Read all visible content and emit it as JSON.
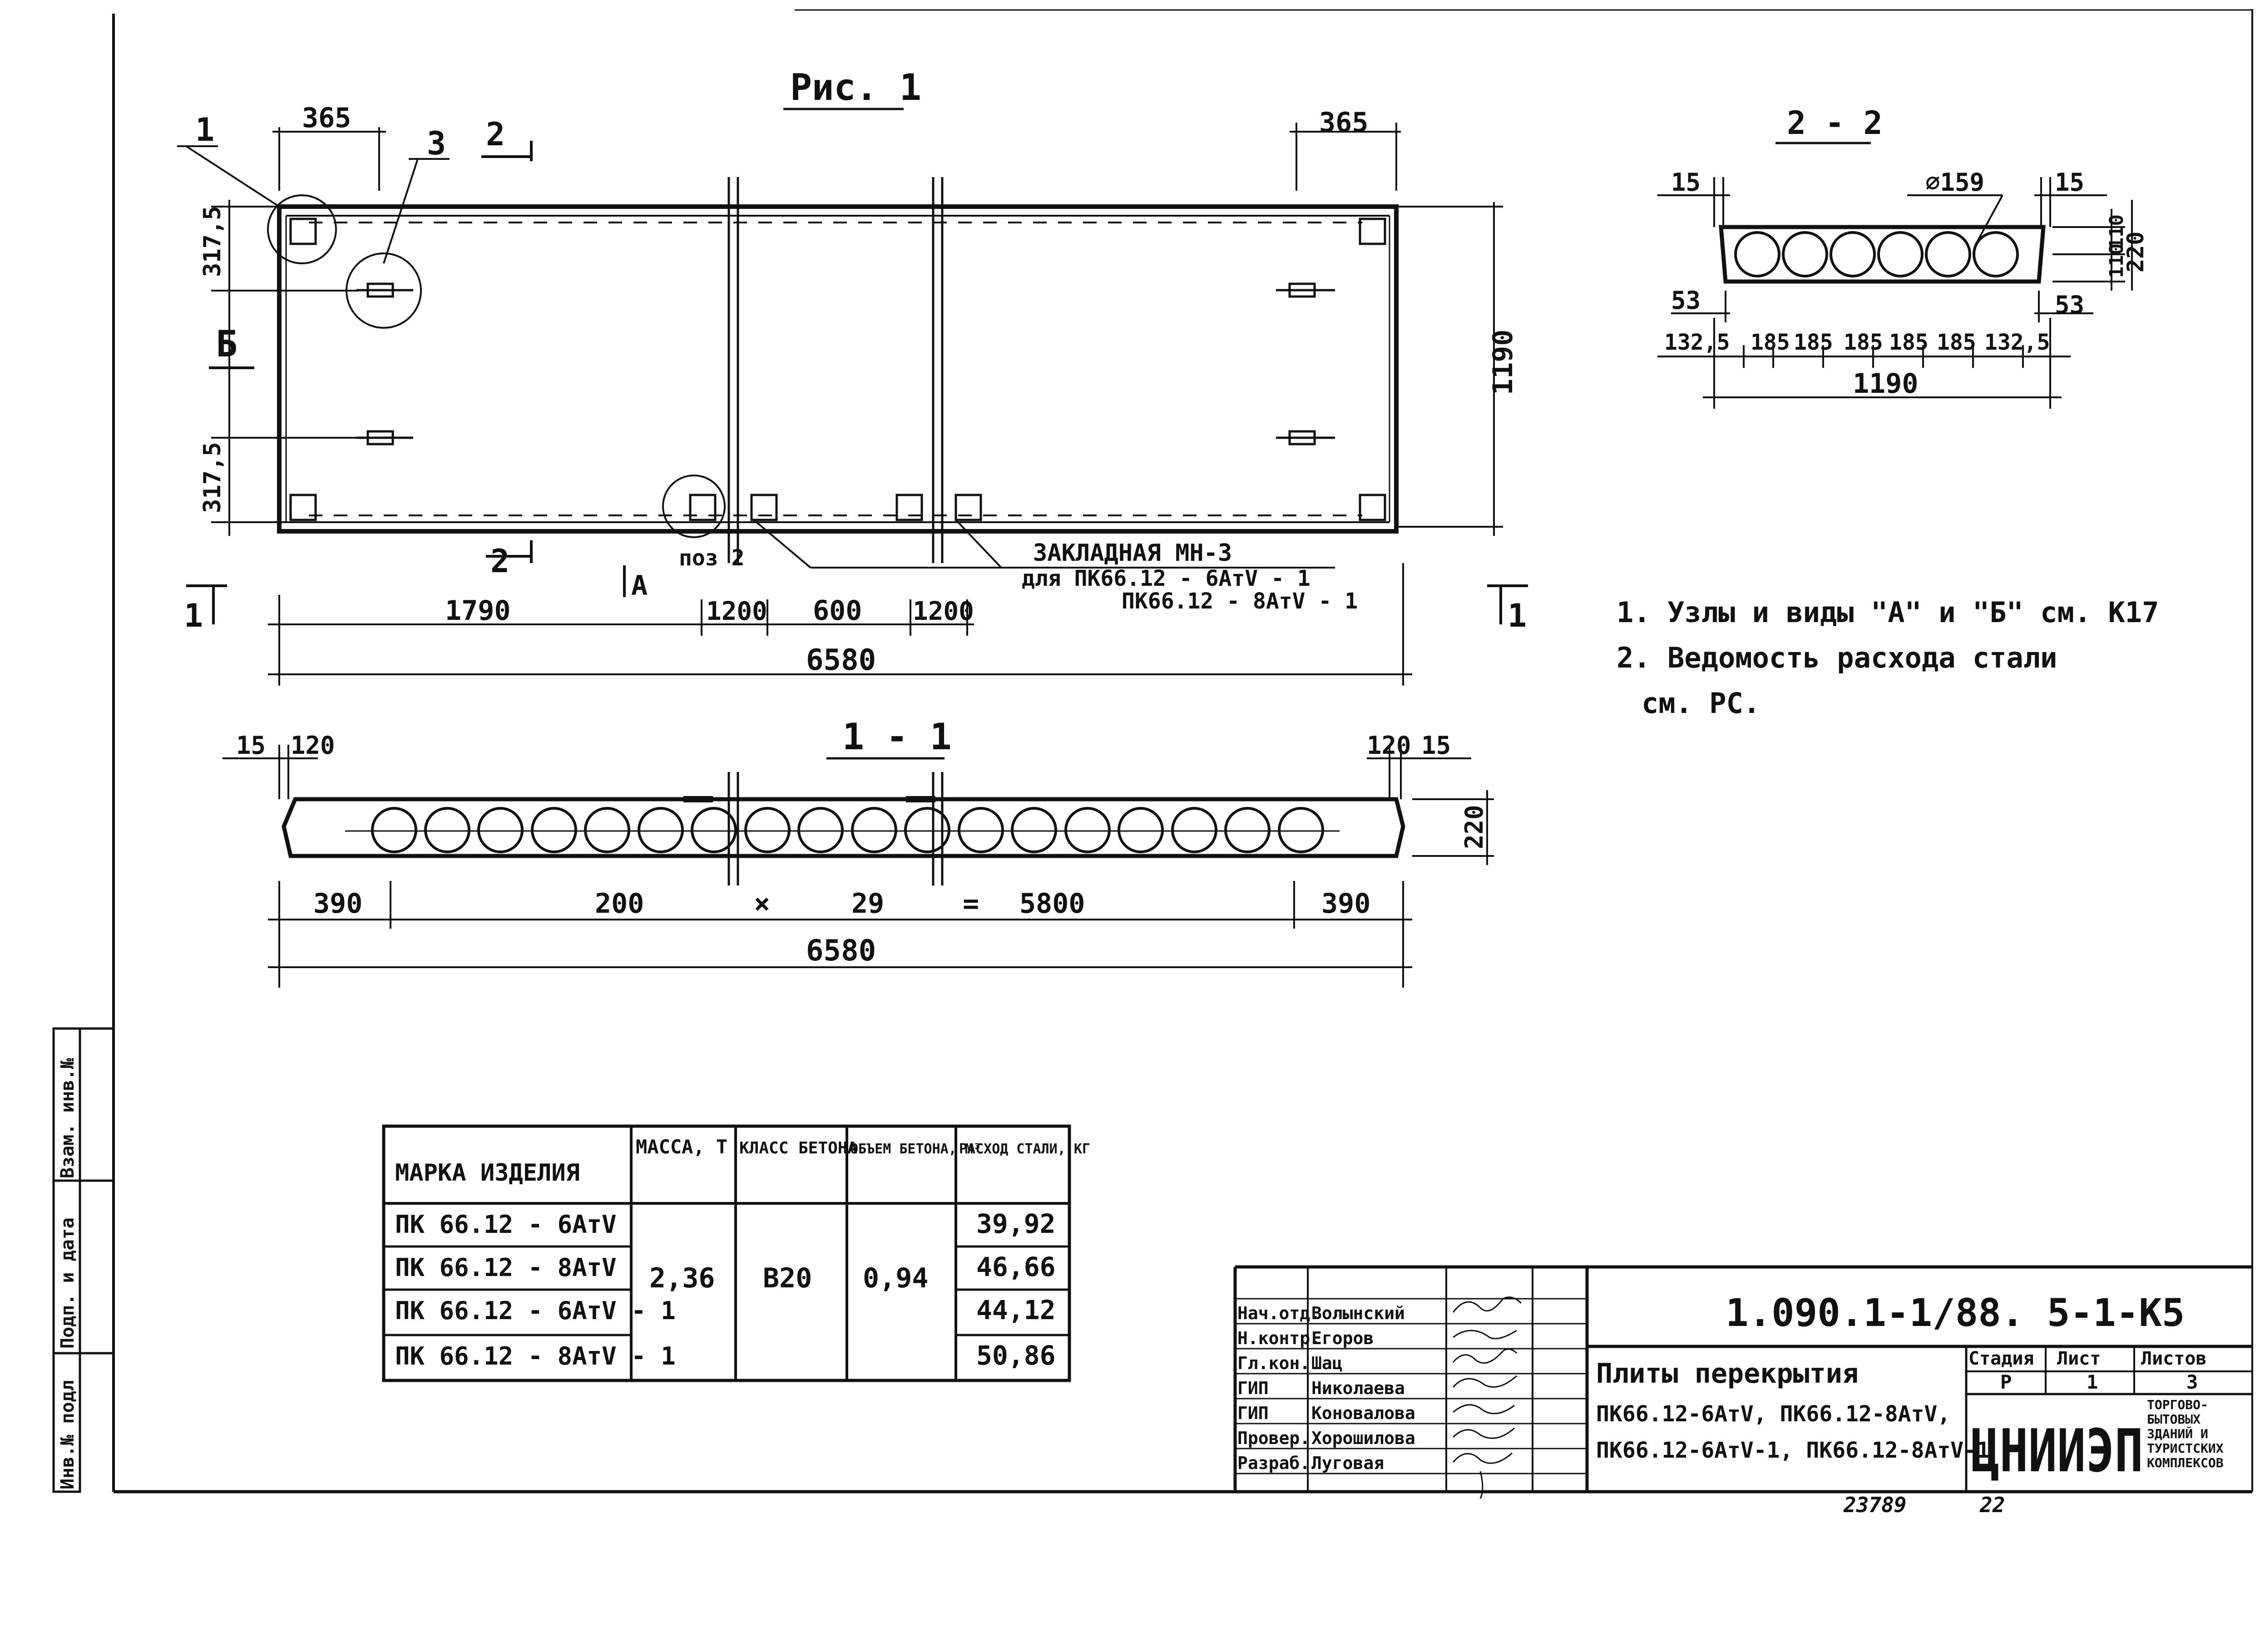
{
  "figure": {
    "title": "Рис. 1",
    "marker_1": "1",
    "marker_2": "2",
    "marker_3": "3",
    "marker_B": "Б",
    "marker_A": "А",
    "pos2": "поз 2",
    "embed_line1": "ЗАКЛАДНАЯ  МН-3",
    "embed_line2": "для  ПК66.12 - 6АтV - 1",
    "embed_line3": "ПК66.12 - 8АтV - 1",
    "dims": {
      "top_left": "365",
      "top_right": "365",
      "left_top": "317,5",
      "left_bottom": "317,5",
      "height": "1190",
      "seg1": "1790",
      "seg2": "1200",
      "seg3": "600",
      "seg4": "1200",
      "total": "6580"
    }
  },
  "section_11": {
    "title": "1 - 1",
    "left_small_1": "15",
    "left_small_2": "120",
    "right_small_1": "120",
    "right_small_2": "15",
    "height": "220",
    "d_left": "390",
    "d_pitch": "200",
    "d_x": "×",
    "d_count": "29",
    "d_eq": "=",
    "d_total_mid": "5800",
    "d_right": "390",
    "total": "6580"
  },
  "section_22": {
    "title": "2 - 2",
    "left_top": "15",
    "right_top": "15",
    "diameter": "⌀159",
    "left_53": "53",
    "right_53": "53",
    "d_1325_l": "132,5",
    "d_185_1": "185",
    "d_185_2": "185",
    "d_185_3": "185",
    "d_185_4": "185",
    "d_185_5": "185",
    "d_1325_r": "132,5",
    "total": "1190",
    "h_110_1": "110",
    "h_110_2": "110",
    "h_220": "220"
  },
  "notes": {
    "n1": "1. Узлы  и  виды  \"А\" и \"Б\"  см. К17",
    "n2": "2. Ведомость  расхода  стали",
    "n3": "см. РС."
  },
  "spec_table": {
    "headers": [
      "МАРКА ИЗДЕЛИЯ",
      "МАССА, Т",
      "КЛАСС БЕТОНА",
      "ОБЪЕМ БЕТОНА, М³",
      "РАСХОД СТАЛИ, КГ"
    ],
    "rows": [
      {
        "mark": "ПК 66.12 - 6АтV",
        "steel": "39,92"
      },
      {
        "mark": "ПК 66.12 - 8АтV",
        "steel": "46,66"
      },
      {
        "mark": "ПК 66.12 - 6АтV - 1",
        "steel": "44,12"
      },
      {
        "mark": "ПК 66.12 - 8АтV - 1",
        "steel": "50,86"
      }
    ],
    "mass": "2,36",
    "concrete_class": "В20",
    "volume": "0,94"
  },
  "side_stamp": {
    "c1": "Инв.№ подл",
    "c2": "Подп. и дата",
    "c3": "Взам. инв.№"
  },
  "title_block": {
    "doc_code": "1.090.1-1/88. 5-1-К5",
    "roles": [
      "Нач.отд.",
      "Н.контр.",
      "Гл.кон.",
      "ГИП",
      "ГИП",
      "Провер.",
      "Разраб."
    ],
    "names": [
      "Волынский",
      "Егоров",
      "Шац",
      "Николаева",
      "Коновалова",
      "Хорошилова",
      "Луговая"
    ],
    "title_l1": "Плиты перекрытия",
    "title_l2": "ПК66.12-6АтV, ПК66.12-8АтV,",
    "title_l3": "ПК66.12-6АтV-1, ПК66.12-8АтV-1",
    "stage_h": "Стадия",
    "sheet_h": "Лист",
    "sheets_h": "Листов",
    "stage": "Р",
    "sheet": "1",
    "sheets": "3",
    "org_logo": "ЦНИИЭП",
    "org_text": "торгово-бытовых зданий и туристских комплексов",
    "inv_no": "23789",
    "format": "22"
  }
}
